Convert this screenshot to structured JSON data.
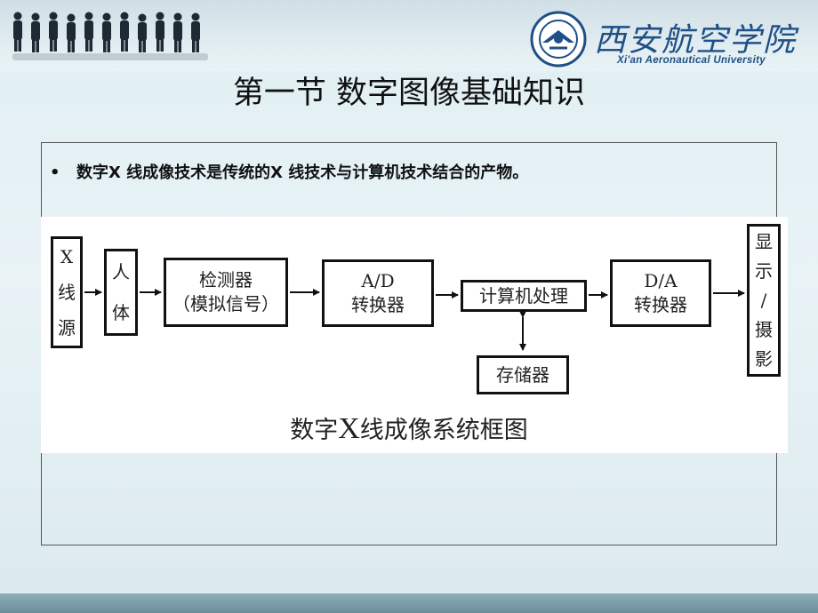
{
  "header": {
    "school_name_cn": "西安航空学院",
    "school_name_en": "Xi'an Aeronautical University"
  },
  "slide": {
    "title": "第一节 数字图像基础知识",
    "bullet": "数字X 线成像技术是传统的X 线技术与计算机技术结合的产物。"
  },
  "figure": {
    "caption_pre": "数字",
    "caption_x": "X",
    "caption_post": "线成像系统框图",
    "blocks": {
      "xray_source": [
        "X",
        "线",
        "源"
      ],
      "human_body": [
        "人",
        "体"
      ],
      "detector": [
        "检测器",
        "（模拟信号）"
      ],
      "ad_converter": [
        "A/D",
        "转换器"
      ],
      "computer": "计算机处理",
      "da_converter": [
        "D/A",
        "转换器"
      ],
      "storage": "存储器",
      "display": [
        "显",
        "示",
        "/",
        "摄",
        "影"
      ]
    }
  },
  "colors": {
    "accent": "#1f4f86",
    "text": "#111111",
    "box_border": "#111111"
  }
}
